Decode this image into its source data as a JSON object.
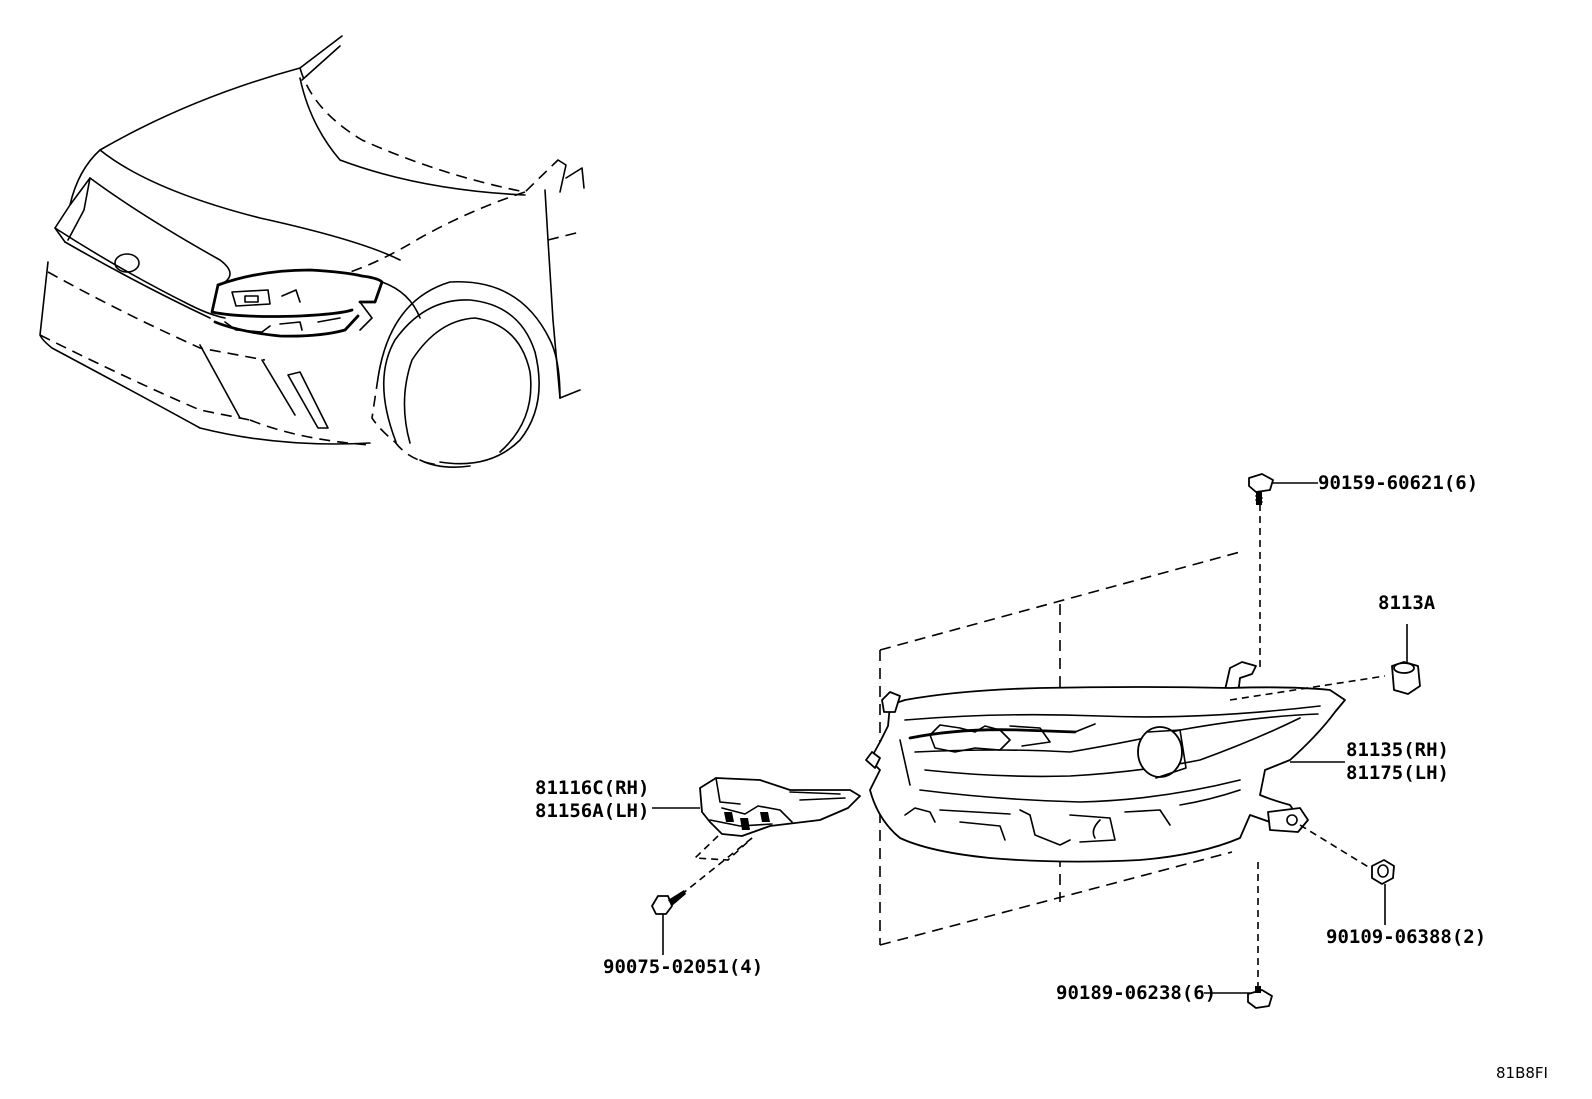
{
  "labels": {
    "bolt_top": "90159-60621(6)",
    "socket": "8113A",
    "headlamp_rh": "81135(RH)",
    "headlamp_lh": "81175(LH)",
    "bracket_rh": "81116C(RH)",
    "bracket_lh": "81156A(LH)",
    "screw": "90075-02051(4)",
    "nut_right": "90109-06388(2)",
    "bolt_bottom": "90189-06238(6)",
    "diagram_code": "81B8FI"
  },
  "icons": [
    "car-front-view-illustration",
    "headlamp-assembly-illustration",
    "bracket-illustration",
    "bolt-icon",
    "screw-icon",
    "nut-icon",
    "bulb-socket-icon"
  ]
}
